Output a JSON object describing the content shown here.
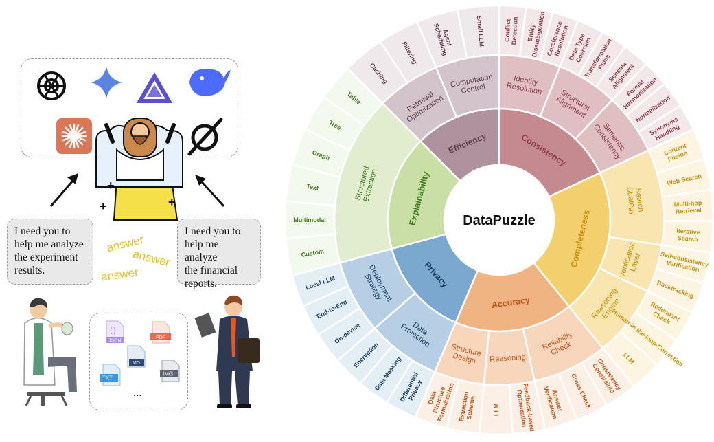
{
  "left": {
    "bubble_left": [
      "I need you to",
      "help me analyze",
      "the experiment",
      "results."
    ],
    "bubble_right": [
      "I need you to",
      "help me analyze",
      "the financial",
      "reports."
    ],
    "answers": [
      "answer",
      "answer",
      "answer"
    ],
    "file_types": [
      "JSON",
      "PDF",
      "MD",
      "TXT",
      "IMG"
    ],
    "ellipsis": "...",
    "model_icons": [
      "openai-logo-icon",
      "gemini-star-icon",
      "qwen-logo-icon",
      "deepseek-whale-icon",
      "claude-burst-icon",
      "grok-logo-icon"
    ]
  },
  "wheel": {
    "center": "DataPuzzle",
    "colors": {
      "Consistency": "#c58a8f",
      "Completeness": "#f3cf6e",
      "Accuracy": "#f0b483",
      "Privacy": "#7aa8cf",
      "Explainability": "#c9dfa5",
      "Efficiency": "#ae939f"
    },
    "text_colors": {
      "Consistency": "#8b3c48",
      "Completeness": "#c7900a",
      "Accuracy": "#c4561a",
      "Privacy": "#1d3f63",
      "Explainability": "#3f7a1b",
      "Efficiency": "#5e3d4c"
    },
    "categories": [
      {
        "name": "Consistency",
        "subs": [
          {
            "name": "Identity Resolution",
            "leaves": [
              "Conflict Detection",
              "Entity Disambiguation",
              "Coreference Resolution"
            ]
          },
          {
            "name": "Structural Alignment",
            "leaves": [
              "Data Type Coercion",
              "Transformation Rules",
              "Schema Alignment"
            ]
          },
          {
            "name": "Semantic Consistency",
            "leaves": [
              "Format Harmonization",
              "Normalization",
              "Synonyms Handling"
            ]
          }
        ]
      },
      {
        "name": "Completeness",
        "subs": [
          {
            "name": "Search Strategy",
            "leaves": [
              "Content Fusion",
              "Web Search",
              "Multi-hop Retrieval",
              "Iterative Search"
            ]
          },
          {
            "name": "Verification Layer",
            "leaves": [
              "Self-consistency Verification",
              "Backtracking"
            ]
          },
          {
            "name": "Reasoning Engine",
            "leaves": [
              "Redundant Check",
              "Human-in-the-loop-Correction",
              "LLM"
            ]
          }
        ]
      },
      {
        "name": "Accuracy",
        "subs": [
          {
            "name": "Reliability Check",
            "leaves": [
              "Consistency Constraints",
              "Cross Check",
              "Answer Verification"
            ]
          },
          {
            "name": "Reasoning",
            "leaves": [
              "Feedback-based Optimization",
              "LLM"
            ]
          },
          {
            "name": "Structure Design",
            "leaves": [
              "Extraction Schema",
              "Data Structure Formalization"
            ]
          }
        ]
      },
      {
        "name": "Privacy",
        "subs": [
          {
            "name": "Data Protection",
            "leaves": [
              "Differential Privacy",
              "Data Masking",
              "Encryption"
            ]
          },
          {
            "name": "Deployment Strategy",
            "leaves": [
              "On-device",
              "End-to-End",
              "Local LLM"
            ]
          }
        ]
      },
      {
        "name": "Explainability",
        "subs": [
          {
            "name": "Structured Extraction",
            "leaves": [
              "Custom",
              "Multimodal",
              "Text",
              "Graph",
              "Tree",
              "Table"
            ]
          }
        ]
      },
      {
        "name": "Efficiency",
        "subs": [
          {
            "name": "Retrieval Optimization",
            "leaves": [
              "Caching",
              "Filtering"
            ]
          },
          {
            "name": "Computation Control",
            "leaves": [
              "Agent Scheduling",
              "Small LLM"
            ]
          }
        ]
      }
    ]
  }
}
